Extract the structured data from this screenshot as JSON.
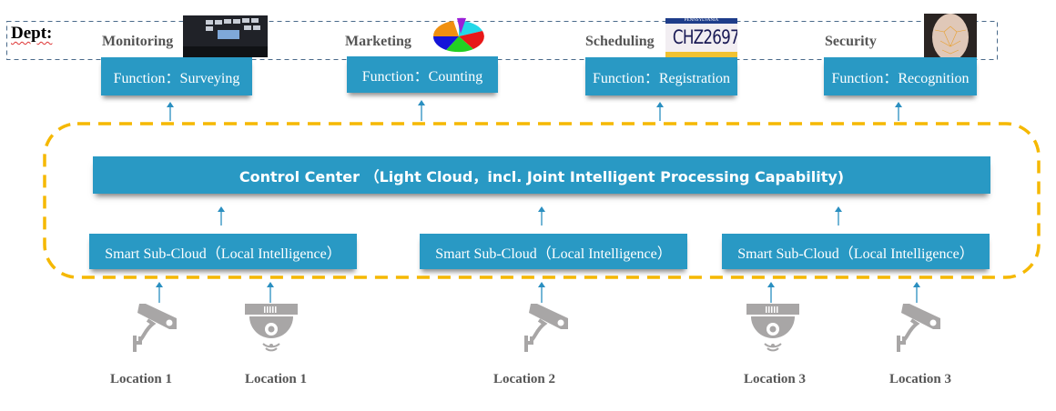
{
  "dept_title": "Dept:",
  "departments": [
    {
      "name": "Monitoring",
      "function": "Function：Surveying",
      "image": "control-room-photo"
    },
    {
      "name": "Marketing",
      "function": "Function：Counting",
      "image": "pie-chart-image"
    },
    {
      "name": "Scheduling",
      "function": "Function：Registration",
      "image": "license-plate-photo",
      "plate_text": "CHZ2697",
      "plate_state": "PENNSYLVANIA"
    },
    {
      "name": "Security",
      "function": "Function：Recognition",
      "image": "face-recognition-photo"
    }
  ],
  "control_center": "Control Center （Light Cloud，incl. Joint Intelligent Processing Capability)",
  "sub_clouds": [
    "Smart Sub-Cloud（Local Intelligence）",
    "Smart Sub-Cloud（Local Intelligence）",
    "Smart Sub-Cloud（Local Intelligence）"
  ],
  "locations": [
    {
      "label": "Location 1",
      "camera": "wall-camera"
    },
    {
      "label": "Location 1",
      "camera": "dome-camera"
    },
    {
      "label": "Location 2",
      "camera": "wall-camera"
    },
    {
      "label": "Location 3",
      "camera": "dome-camera"
    },
    {
      "label": "Location 3",
      "camera": "wall-camera"
    }
  ],
  "colors": {
    "box": "#2999c4",
    "arrow": "#2a8fc0",
    "cloud_border": "#f5b800",
    "dept_border": "#4a6a8a",
    "camera": "#a8a6a6"
  }
}
